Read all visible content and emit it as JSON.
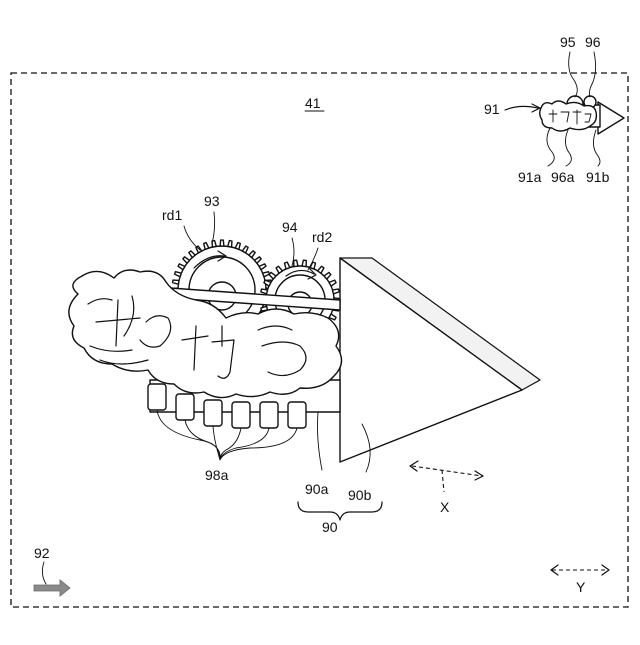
{
  "figure": {
    "panel_label": "41",
    "labels": {
      "ref_91": "91",
      "ref_95": "95",
      "ref_96": "96",
      "ref_91a": "91a",
      "ref_96a": "96a",
      "ref_91b": "91b",
      "ref_rd1": "rd1",
      "ref_93": "93",
      "ref_94": "94",
      "ref_rd2": "rd2",
      "ref_98a": "98a",
      "ref_90a": "90a",
      "ref_90b": "90b",
      "ref_90": "90",
      "ref_92": "92",
      "axis_x": "X",
      "axis_y": "Y"
    }
  }
}
